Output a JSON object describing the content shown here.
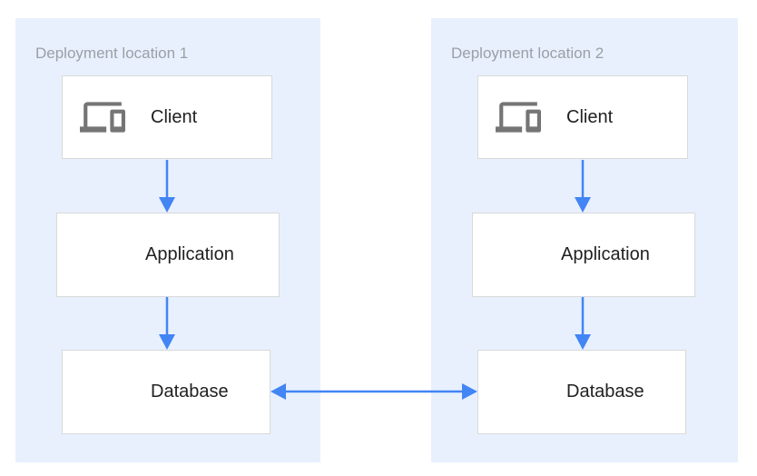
{
  "diagram": {
    "locations": [
      {
        "title": "Deployment location 1",
        "nodes": [
          {
            "label": "Client",
            "icon": "devices-icon"
          },
          {
            "label": "Application",
            "icon": "storage-icon"
          },
          {
            "label": "Database",
            "icon": "storage-icon"
          }
        ]
      },
      {
        "title": "Deployment location 2",
        "nodes": [
          {
            "label": "Client",
            "icon": "devices-icon"
          },
          {
            "label": "Application",
            "icon": "storage-icon"
          },
          {
            "label": "Database",
            "icon": "storage-icon"
          }
        ]
      }
    ],
    "connections": [
      {
        "from": "Client",
        "to": "Application",
        "location": "Deployment location 1",
        "direction": "down"
      },
      {
        "from": "Application",
        "to": "Database",
        "location": "Deployment location 1",
        "direction": "down"
      },
      {
        "from": "Client",
        "to": "Application",
        "location": "Deployment location 2",
        "direction": "down"
      },
      {
        "from": "Application",
        "to": "Database",
        "location": "Deployment location 2",
        "direction": "down"
      },
      {
        "from": "Database (Deployment location 1)",
        "to": "Database (Deployment location 2)",
        "direction": "bidirectional"
      }
    ],
    "colors": {
      "location_bg": "#e8f0fe",
      "node_bg": "#ffffff",
      "node_border": "#d9d9d9",
      "arrow": "#4285f4",
      "icon": "#757575",
      "location_title_text": "#9aa0a6",
      "node_label_text": "#212121"
    }
  }
}
